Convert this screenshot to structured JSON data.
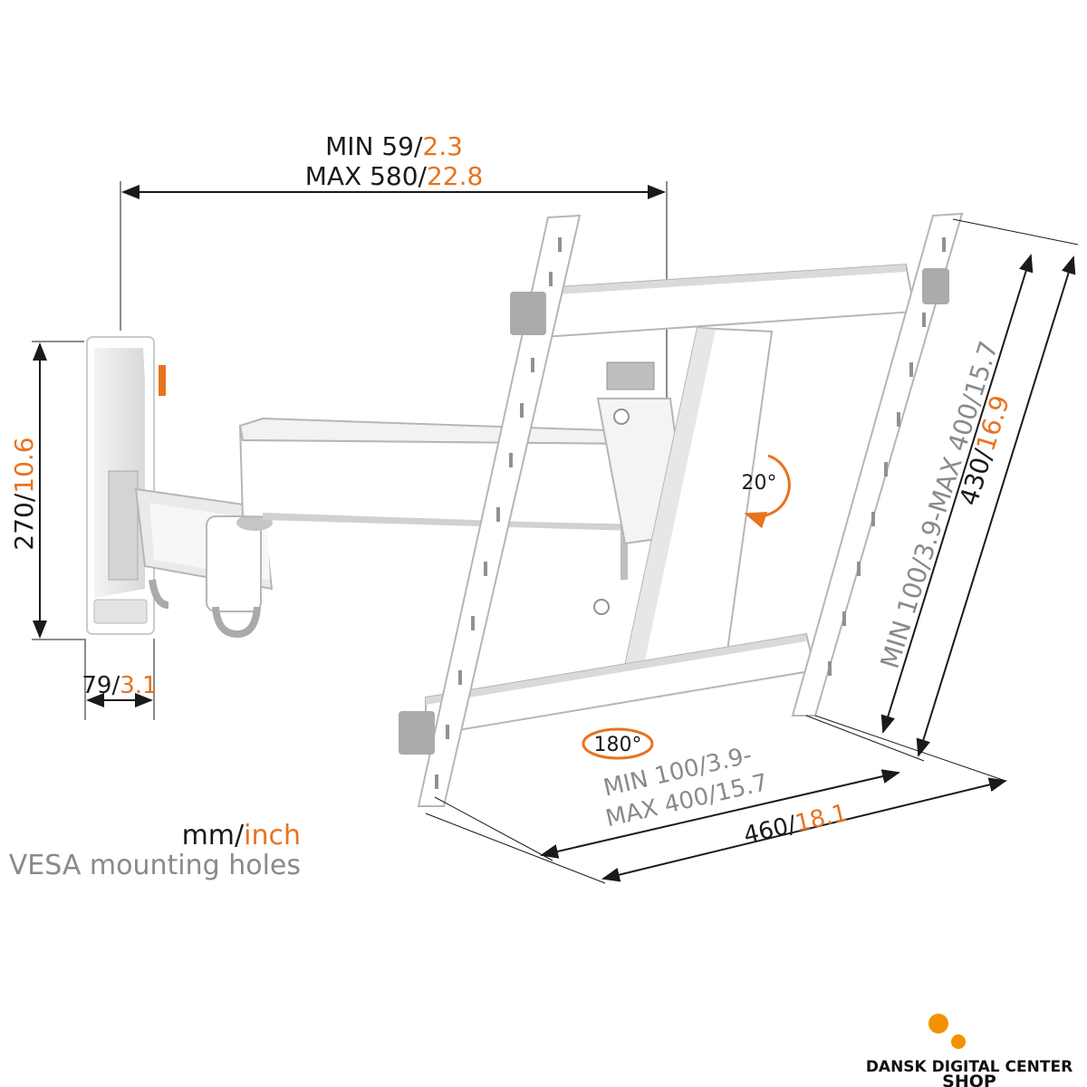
{
  "colors": {
    "accent": "#e8731e",
    "text": "#1a1a1a",
    "grey_text": "#8a8a8a",
    "bracket_white": "#ffffff",
    "bracket_grey": "#b9bcbf"
  },
  "dimensions": {
    "arm_extension": {
      "min_mm": "MIN 59/",
      "min_in": "2.3",
      "max_mm": "MAX 580/",
      "max_in": "22.8"
    },
    "wall_plate_height": {
      "mm": "270/",
      "in": "10.6"
    },
    "wall_plate_width": {
      "mm": "79/",
      "in": "3.1"
    },
    "tilt": "20°",
    "rotation": "180°",
    "vesa_vertical": {
      "min_mm": "MIN 100/",
      "min_in": "3.9",
      "sep": "-",
      "max_mm": "MAX 400/",
      "max_in": "15.7"
    },
    "vesa_horizontal": {
      "min_mm": "MIN 100/",
      "min_in": "3.9-",
      "max_mm": "MAX 400/",
      "max_in": "15.7"
    },
    "bracket_height": {
      "mm": "430/",
      "in": "16.9"
    },
    "bracket_width": {
      "mm": "460/",
      "in": "18.1"
    }
  },
  "legend": {
    "unit_mm": "mm/",
    "unit_inch": "inch",
    "vesa_note": "VESA mounting holes"
  },
  "logo": {
    "line1": "DANSK DIGITAL CENTER",
    "line2": "SHOP",
    "dot_color": "#f39200"
  }
}
